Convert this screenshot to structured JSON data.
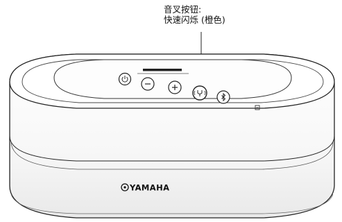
{
  "callout": {
    "line1": "音叉按钮:",
    "line2": "快速闪烁 (橙色)"
  },
  "device": {
    "brand": "YAMAHA",
    "buttons": [
      {
        "name": "power-button",
        "icon": "power-icon",
        "glyph": "⏻"
      },
      {
        "name": "volume-down-button",
        "icon": "minus-icon",
        "glyph": "−"
      },
      {
        "name": "volume-up-button",
        "icon": "plus-icon",
        "glyph": "+"
      },
      {
        "name": "tuning-fork-button",
        "icon": "tuning-fork-icon",
        "glyph": "ψ"
      },
      {
        "name": "bluetooth-button",
        "icon": "bluetooth-icon",
        "glyph": "ᛒ"
      }
    ],
    "status_icon": "nfc-icon"
  },
  "colors": {
    "outline": "#222222",
    "body": "#ffffff",
    "band": "#f2f2f2"
  }
}
